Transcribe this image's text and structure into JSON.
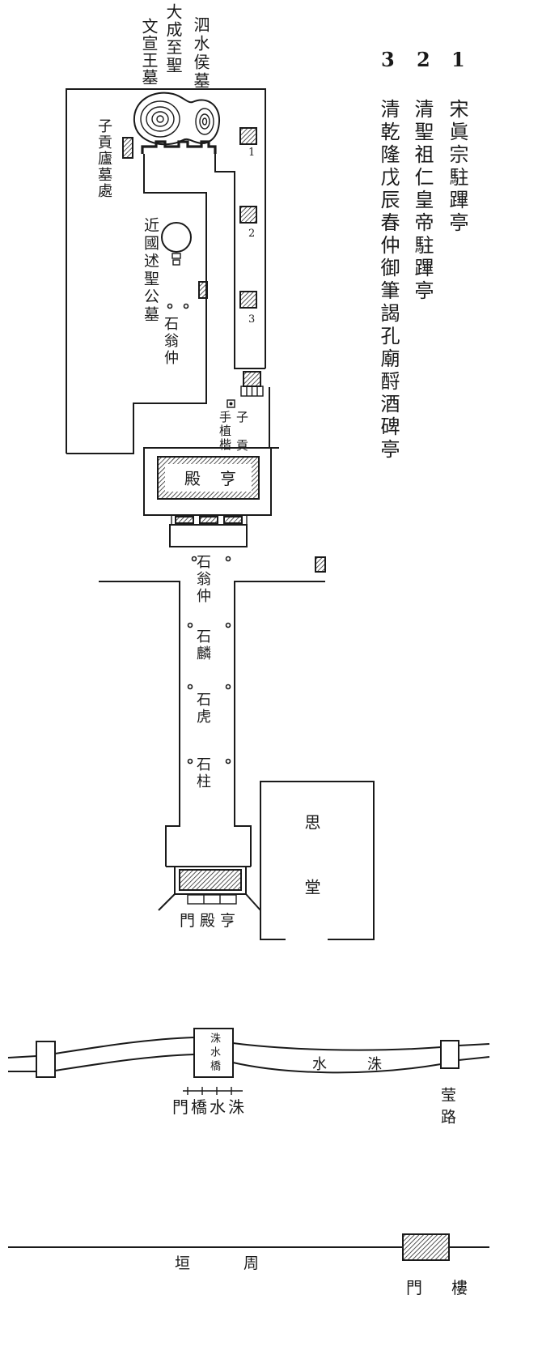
{
  "colors": {
    "ink": "#1a1a1a",
    "paper": "#ffffff"
  },
  "legend": {
    "items": [
      {
        "number": "1",
        "text": "宋眞宗駐蹕亭"
      },
      {
        "number": "2",
        "text": "清聖祖仁皇帝駐蹕亭"
      },
      {
        "number": "3",
        "text": "清乾隆戊辰春仲御筆謁孔廟酹酒碑亭"
      }
    ]
  },
  "tombs": {
    "confucius": {
      "column_right": "大成至聖",
      "column_left": "文宣王墓"
    },
    "sishui_hou": "泗水侯墓",
    "zigong_hut": "子貢廬墓處",
    "shusheng_gong": "近國述聖公墓"
  },
  "pavilion_markers": [
    "1",
    "2",
    "3"
  ],
  "inner_precinct": {
    "stone_figures": "石翁仲",
    "zigong_tree": {
      "column_right": "子貢",
      "column_left": "手植楷"
    },
    "hall": "殿亨"
  },
  "spirit_road": {
    "labels": [
      "石翁仲",
      "石麟",
      "石虎",
      "石柱"
    ],
    "gate": "門殿亨",
    "side_hall": "思堂"
  },
  "river": {
    "bridge": "洙水橋",
    "river_name": "水洙",
    "bridge_gate": "門橋水洙",
    "road": "莹路"
  },
  "outer": {
    "wall": "垣周",
    "gate_tower": "門樓"
  }
}
